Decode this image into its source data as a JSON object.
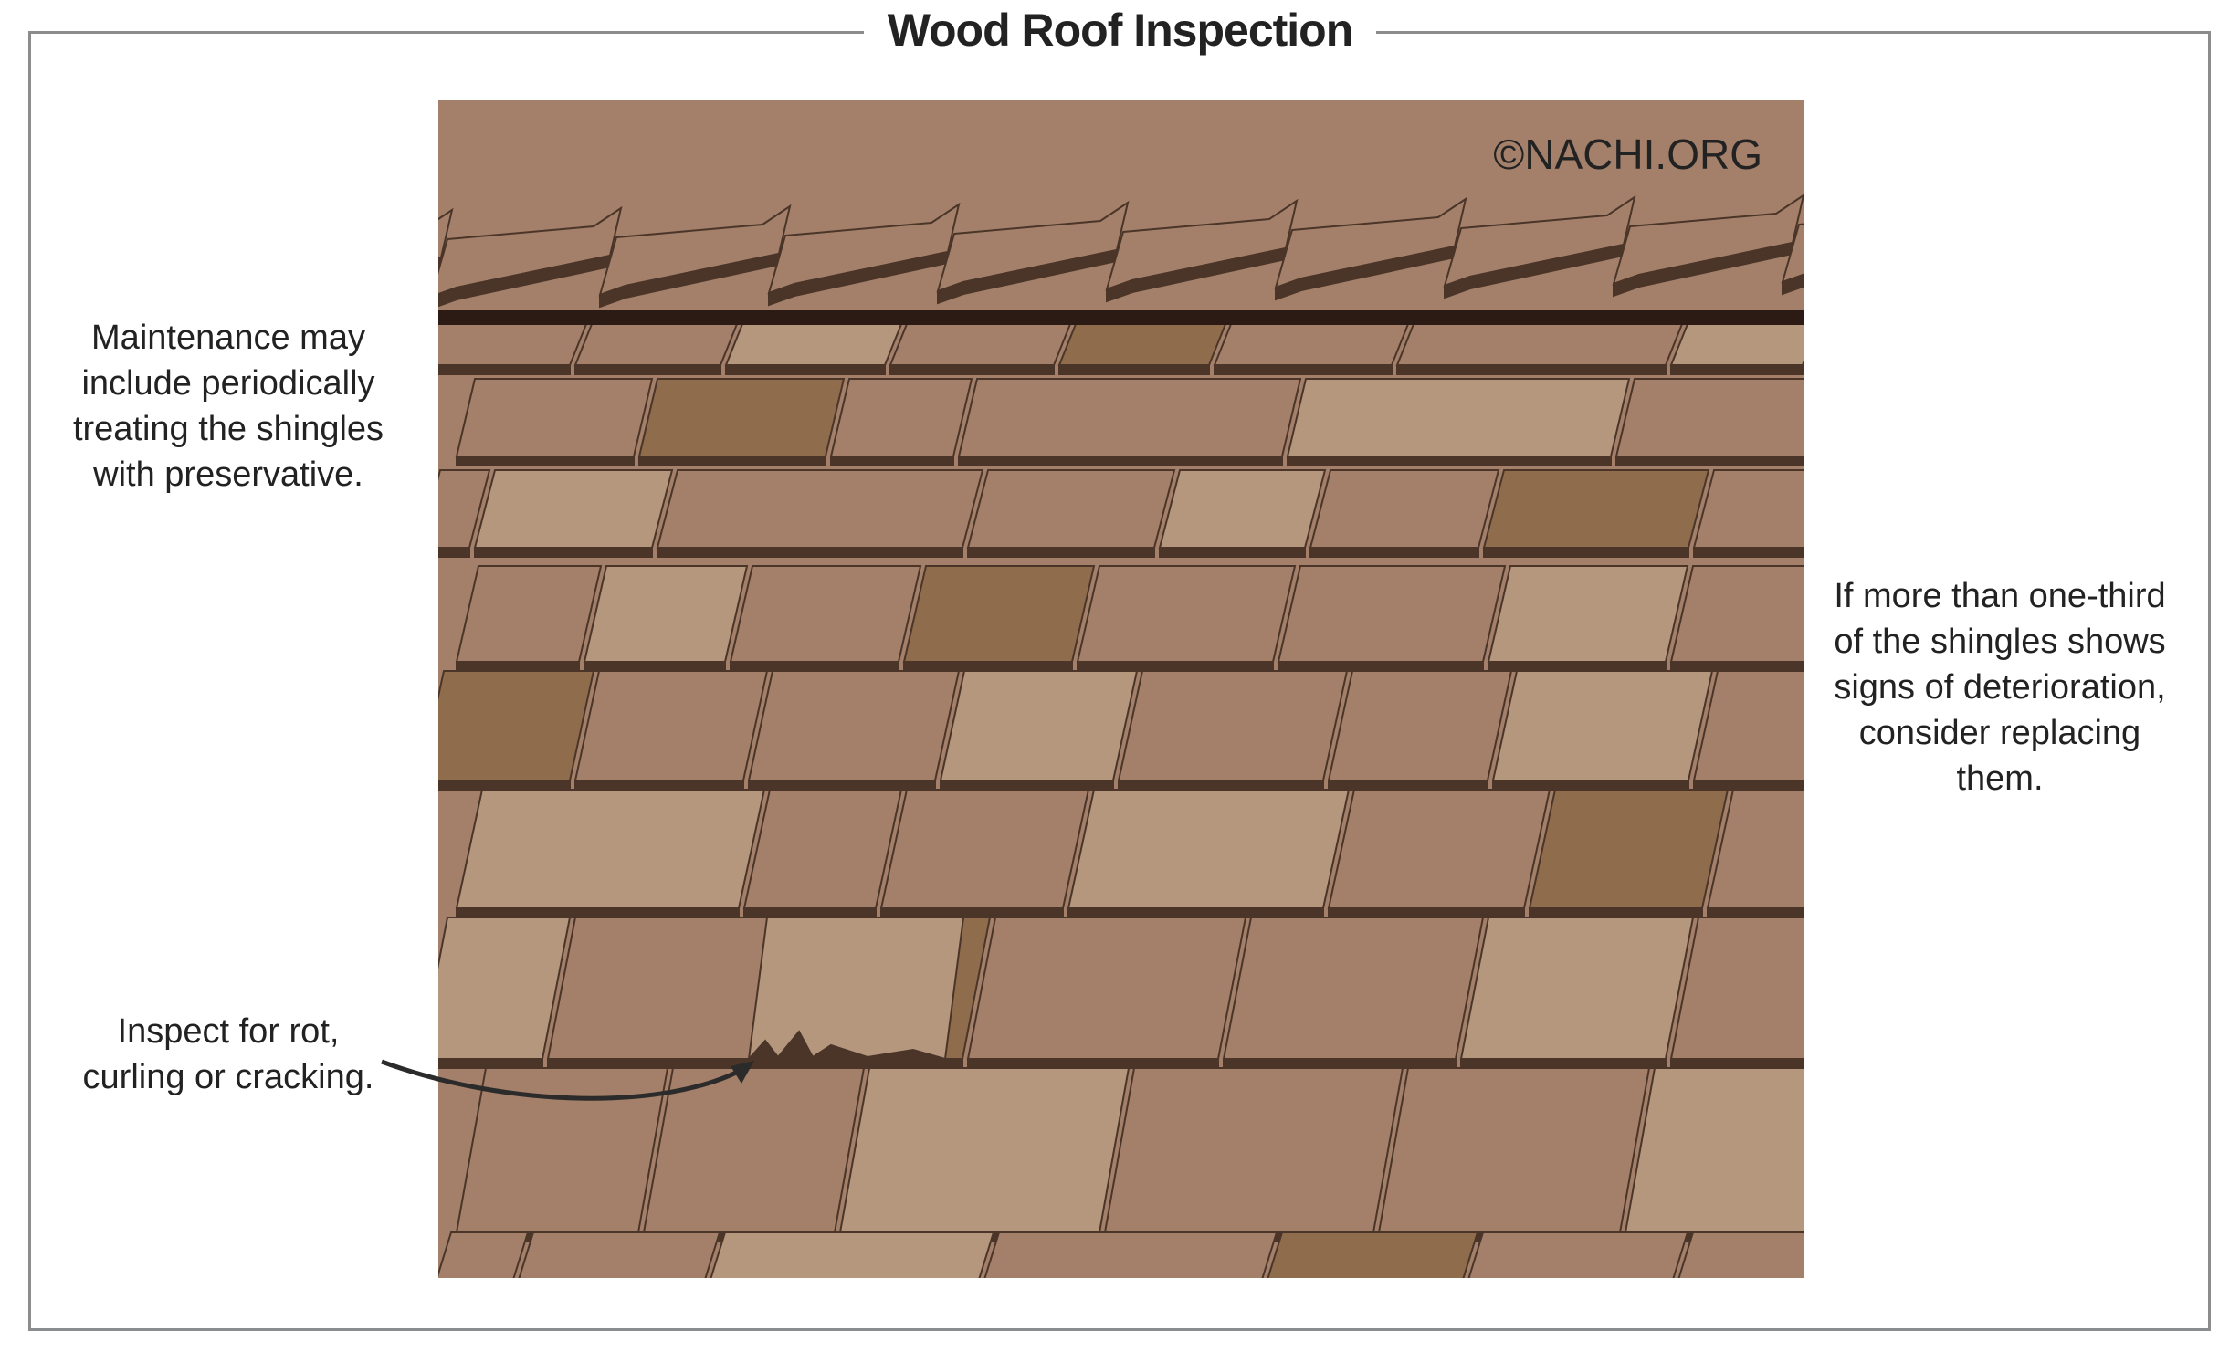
{
  "title": "Wood Roof Inspection",
  "copyright": "©NACHI.ORG",
  "notes": {
    "maintenance": [
      "Maintenance may",
      "include periodically",
      "treating the shingles",
      "with preservative."
    ],
    "replacement": [
      "If more than one-third",
      "of the shingles shows",
      "signs of deterioration,",
      "consider replacing",
      "them."
    ],
    "inspect": [
      "Inspect for rot,",
      "curling or cracking."
    ]
  },
  "colors": {
    "sky": "#7dc9d7",
    "shingle": "#a4806a",
    "shingle_light": "#b5977e",
    "shingle_dark": "#8f6c4c",
    "shadow": "#4a3528",
    "ridge_band": "#2b1b14",
    "frame": "#8a8c8e"
  },
  "icons": [
    "curved-arrow-icon"
  ]
}
